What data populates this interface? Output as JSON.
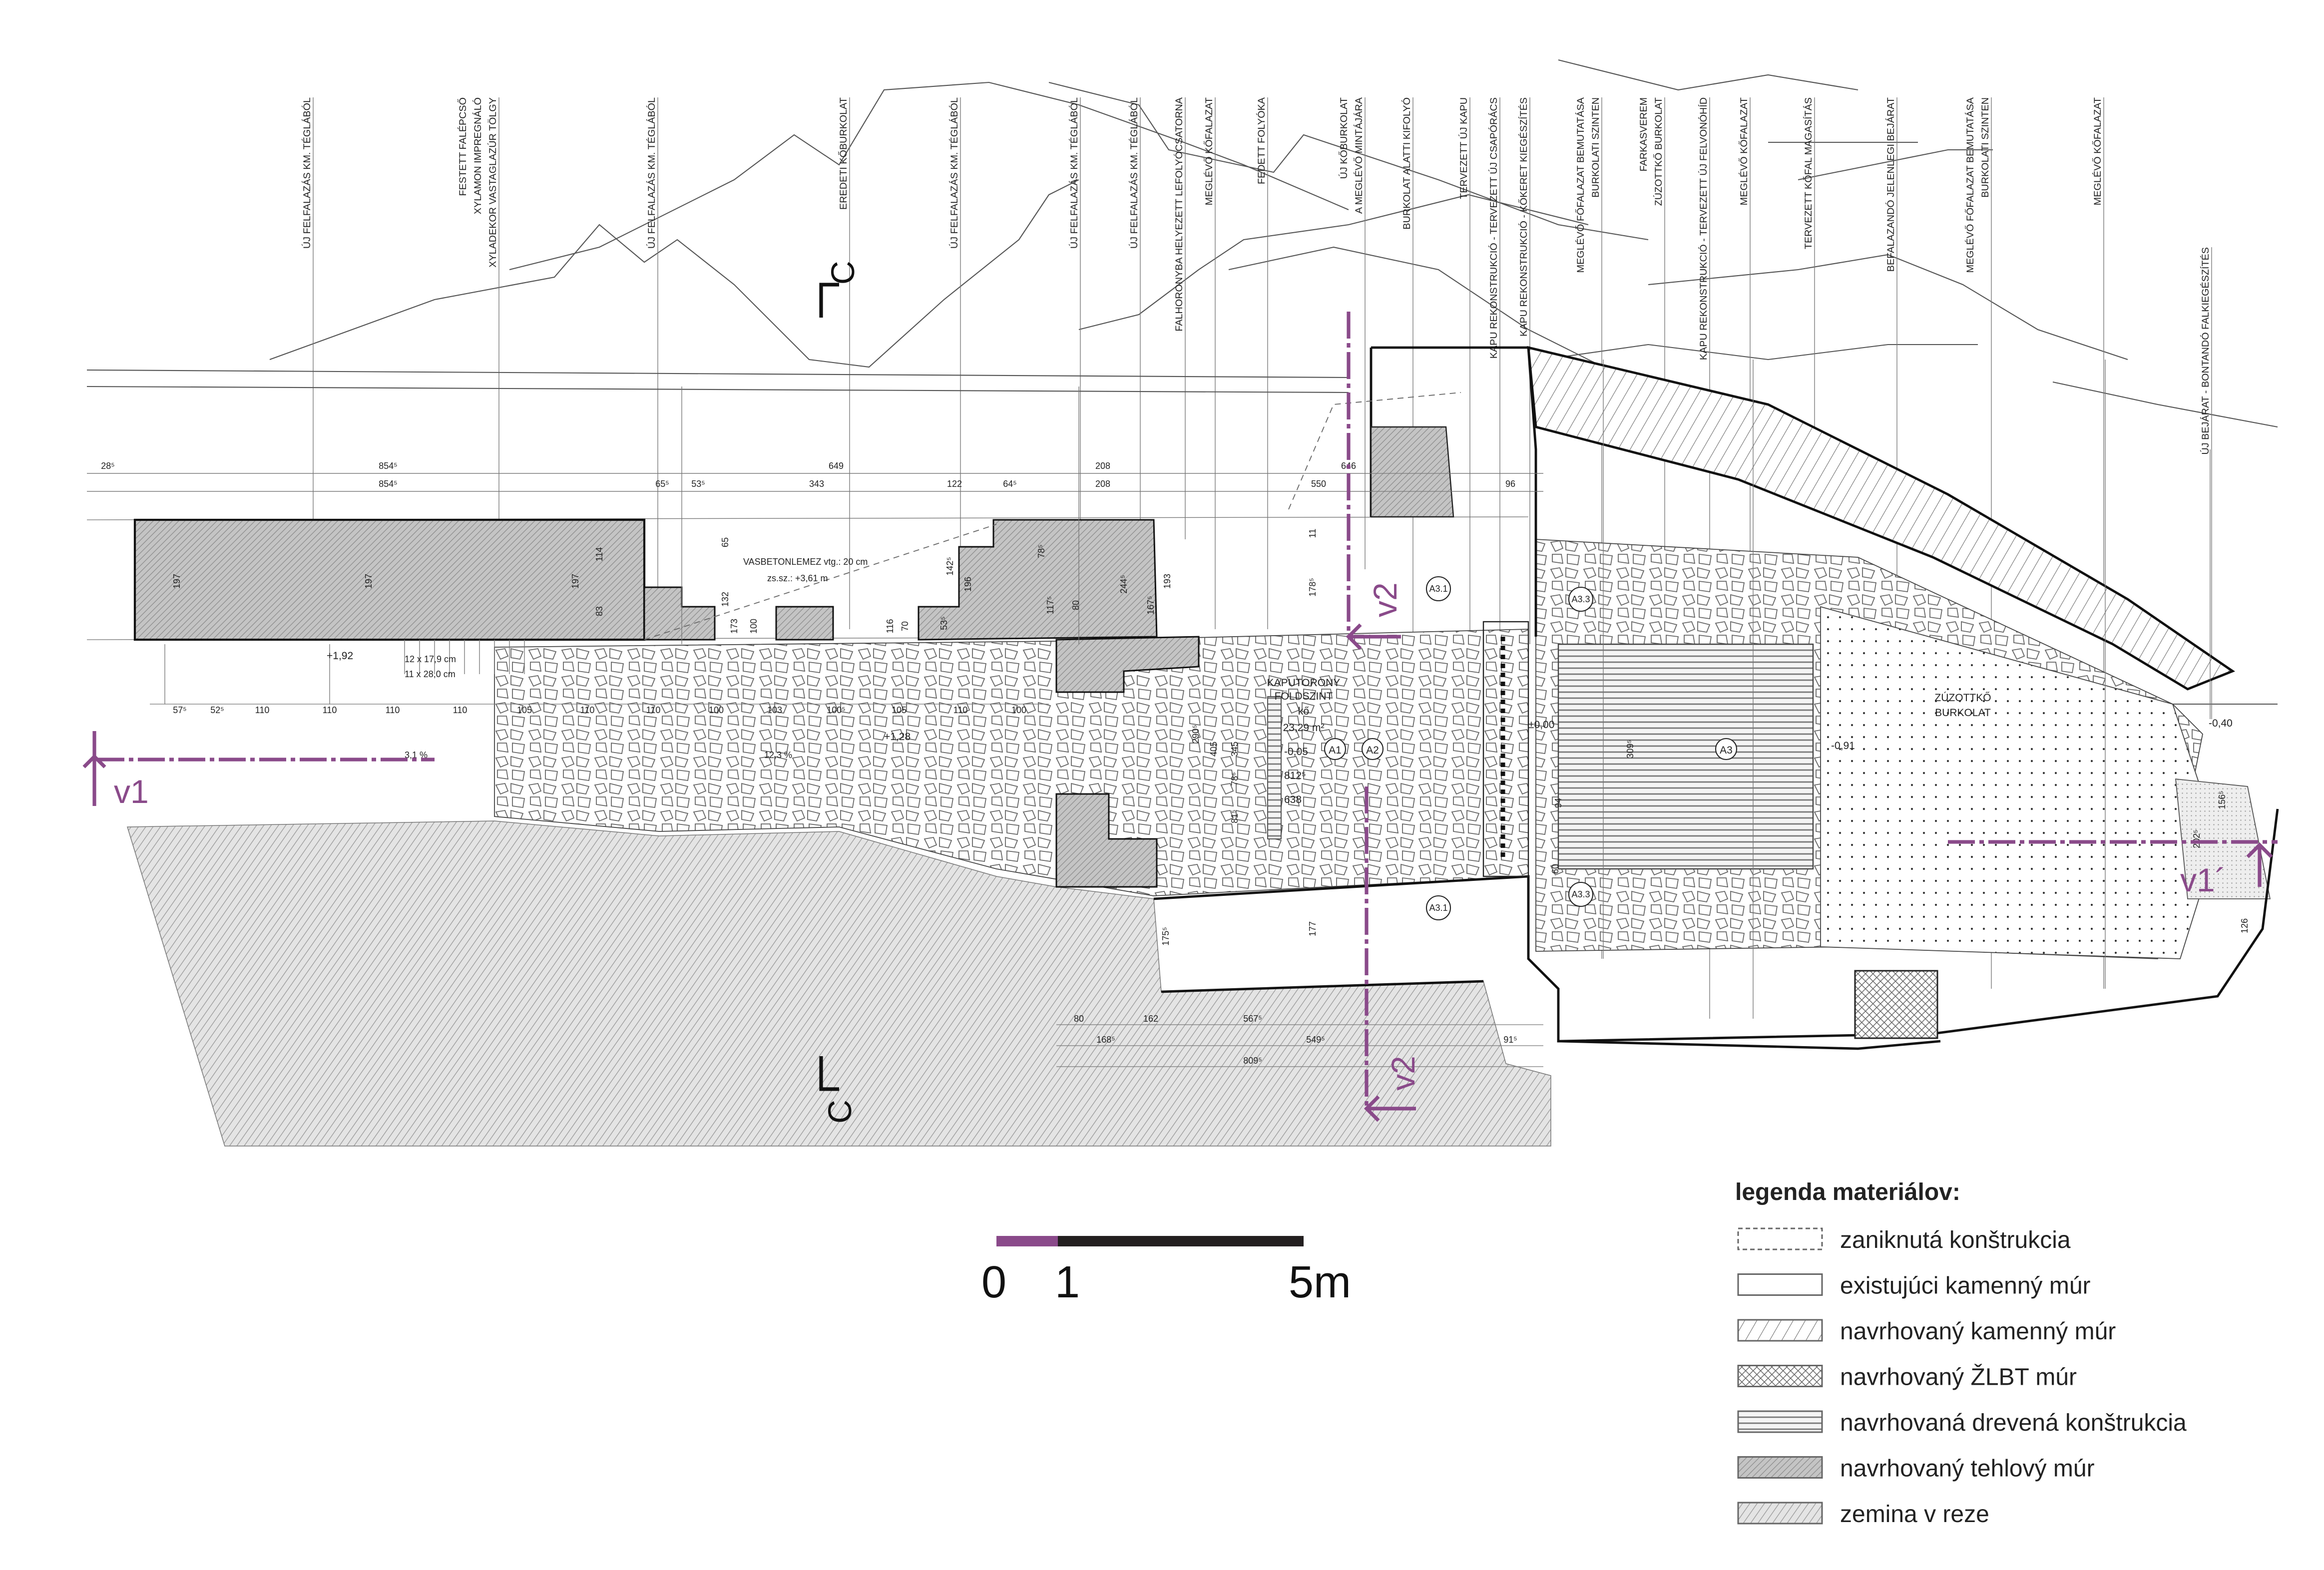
{
  "callouts": [
    [
      "ÚJ FELFALAZÁS KM. TÉGLÁBÓL"
    ],
    [
      "FESTETT FALÉPCSŐ",
      "XYLAMON IMPREGNÁLÓ",
      "XYLADEKOR VASTAGLAZÚR TÖLGY"
    ],
    [
      "ÚJ FELFALAZÁS KM. TÉGLÁBÓL"
    ],
    [
      "EREDETI KŐBURKOLAT"
    ],
    [
      "ÚJ FELFALAZÁS KM. TÉGLÁBÓL"
    ],
    [
      "ÚJ FELFALAZÁS KM. TÉGLÁBÓL"
    ],
    [
      "ÚJ FELFALAZÁS KM. TÉGLÁBÓL"
    ],
    [
      "FALHORONYBA HELYEZETT LEFOLYÓCSATORNA"
    ],
    [
      "MEGLÉVŐ KŐFALAZAT"
    ],
    [
      "FEDETT FOLYÓKA"
    ],
    [
      "ÚJ KŐBURKOLAT",
      "A MEGLÉVŐ MINTÁJÁRA"
    ],
    [
      "BURKOLAT ALATTI KIFOLYÓ"
    ],
    [
      "TERVEZETT ÚJ KAPU"
    ],
    [
      "KAPU REKONSTRUKCIÓ - TERVEZETT ÚJ CSAPÓRÁCS"
    ],
    [
      "KAPU REKONSTRUKCIÓ - KŐKERET KIEGÉSZÍTÉS"
    ],
    [
      "MEGLÉVŐ FŐFALAZAT BEMUTATÁSA",
      "BURKOLATI SZINTEN"
    ],
    [
      "FARKASVEREM",
      "ZÚZOTTKŐ BURKOLAT"
    ],
    [
      "KAPU REKONSTRUKCIÓ - TERVEZETT ÚJ FELVONÓHÍD"
    ],
    [
      "MEGLÉVŐ KŐFALAZAT"
    ],
    [
      "TERVEZETT KŐFAL MAGASÍTÁS"
    ],
    [
      "BEFALAZANDÓ JELENLEGI BEJÁRAT"
    ],
    [
      "MEGLÉVŐ FŐFALAZAT BEMUTATÁSA",
      "BURKOLATI SZINTEN"
    ],
    [
      "MEGLÉVŐ KŐFALAZAT"
    ],
    [
      "ÚJ BEJÁRAT - BONTANDÓ FALKIEGÉSZÍTÉS"
    ]
  ],
  "dimensions": {
    "top_row1": [
      "28⁵",
      "854⁵",
      "649",
      "208",
      "646"
    ],
    "top_row2": [
      "854⁵",
      "65⁵",
      "53⁵",
      "343",
      "122",
      "64⁵",
      "208",
      "550",
      "96"
    ],
    "stairs_row": [
      "57⁵",
      "52⁵",
      "110",
      "110",
      "110",
      "110",
      "105",
      "110",
      "110",
      "100",
      "103",
      "100⁵",
      "105",
      "110",
      "100"
    ],
    "inner": [
      "197",
      "197",
      "197",
      "114",
      "83",
      "65",
      "132",
      "173",
      "100",
      "116",
      "70",
      "53⁵",
      "142⁵",
      "196",
      "78⁵",
      "117⁵",
      "80",
      "244⁵",
      "167⁵",
      "193",
      "178⁵",
      "11",
      "290⁵",
      "405",
      "812⁵",
      "638",
      "345",
      "78⁶",
      "81⁵",
      "309⁵",
      "94",
      "60",
      "156⁵",
      "202⁵",
      "126",
      "177",
      "175⁵"
    ],
    "bottom_row1": [
      "80",
      "162",
      "567⁵"
    ],
    "bottom_row2": [
      "168⁵",
      "549⁵",
      "91⁵"
    ],
    "bottom_row3": [
      "809⁵"
    ]
  },
  "labels": {
    "room_name_1": "KAPUTORONY",
    "room_name_2": "FÖLDSZINT",
    "room_material": "kő",
    "room_area": "23,29 m²",
    "a1": "A1",
    "a2": "A2",
    "a3": "A3",
    "a31_top": "A3.1",
    "a33_top": "A3.3",
    "a31_bottom": "A3.1",
    "a33_bottom": "A3.3",
    "level_000": "±0,00",
    "level_005": "-0,05",
    "level_091": "-0,91",
    "level_040": "-0,40",
    "level_192": "+1,92",
    "level_128": "+1,28",
    "gravel_1": "ZÚZOTTKŐ",
    "gravel_2": "BURKOLAT",
    "slab_1": "VASBETONLEMEZ vtg.: 20 cm",
    "slab_2": "zs.sz.: +3,61 m",
    "stair_1": "12 x 17,9 cm",
    "stair_2": "11 x 28,0 cm",
    "slope_1": "12,3 %",
    "slope_2": "3,1 %"
  },
  "sections": {
    "v1": "v1",
    "v1_prime": "v1´",
    "v2_top": "v2",
    "v2_bottom": "v2",
    "c_top": "C",
    "c_bottom": "C"
  },
  "scale_bar": {
    "label_0": "0",
    "label_1": "1",
    "label_5": "5m"
  },
  "legend": {
    "title": "legenda materiálov:",
    "items": [
      {
        "label": "zaniknutá konštrukcia",
        "pattern": "dashed-outline"
      },
      {
        "label": "existujúci kamenný múr",
        "pattern": "plain-outline"
      },
      {
        "label": "navrhovaný kamenný múr",
        "pattern": "wide-diagonal-hatch"
      },
      {
        "label": "navrhovaný ŽLBT múr",
        "pattern": "cross-hatch"
      },
      {
        "label": "navrhovaná drevená konštrukcia",
        "pattern": "wood-grain"
      },
      {
        "label": "navrhovaný tehlový múr",
        "pattern": "dense-diagonal-hatch"
      },
      {
        "label": "zemina v reze",
        "pattern": "light-diagonal-hatch"
      }
    ]
  },
  "colors": {
    "section_line": "#8a4a8a",
    "ink": "#222222",
    "brick_fill": "#bdbdbd"
  }
}
